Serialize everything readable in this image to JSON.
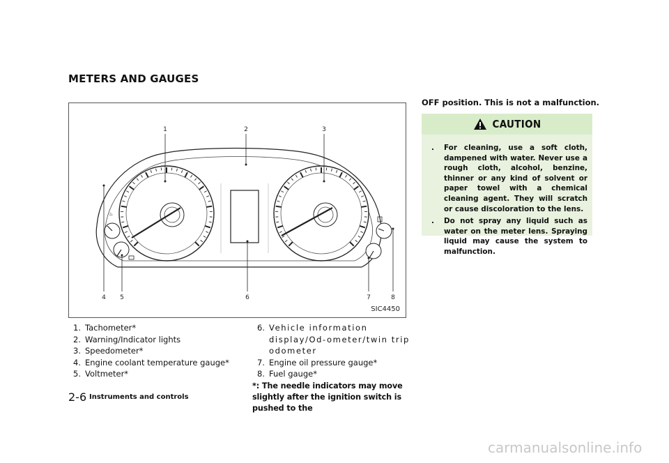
{
  "section_title": "METERS AND GAUGES",
  "figure": {
    "id": "SIC4450",
    "callouts": [
      "1",
      "2",
      "3",
      "4",
      "5",
      "6",
      "7",
      "8"
    ]
  },
  "legend": [
    {
      "num": "1.",
      "text": "Tachometer*"
    },
    {
      "num": "2.",
      "text": "Warning/Indicator lights"
    },
    {
      "num": "3.",
      "text": "Speedometer*"
    },
    {
      "num": "4.",
      "text": "Engine coolant temperature gauge*"
    },
    {
      "num": "5.",
      "text": "Voltmeter*"
    },
    {
      "num": "6.",
      "text": "Vehicle information display/Od-ometer/twin trip odometer"
    },
    {
      "num": "7.",
      "text": "Engine oil pressure gauge*"
    },
    {
      "num": "8.",
      "text": "Fuel gauge*"
    }
  ],
  "note": "*: The needle indicators may move slightly after the ignition switch is pushed to the",
  "continued_text": "OFF position. This is not a malfunction.",
  "caution": {
    "title": "CAUTION",
    "items": [
      "For cleaning, use a soft cloth, dampened with water. Never use a rough cloth, alcohol, benzine, thinner or any kind of solvent or paper towel with a chemical cleaning agent. They will scratch or cause discoloration to the lens.",
      "Do not spray any liquid such as water on the meter lens. Spraying liquid may cause the system to malfunction."
    ],
    "bullet": "."
  },
  "footer": {
    "page": "2-6",
    "section": "Instruments and controls"
  },
  "watermark": "carmanualsonline.info"
}
